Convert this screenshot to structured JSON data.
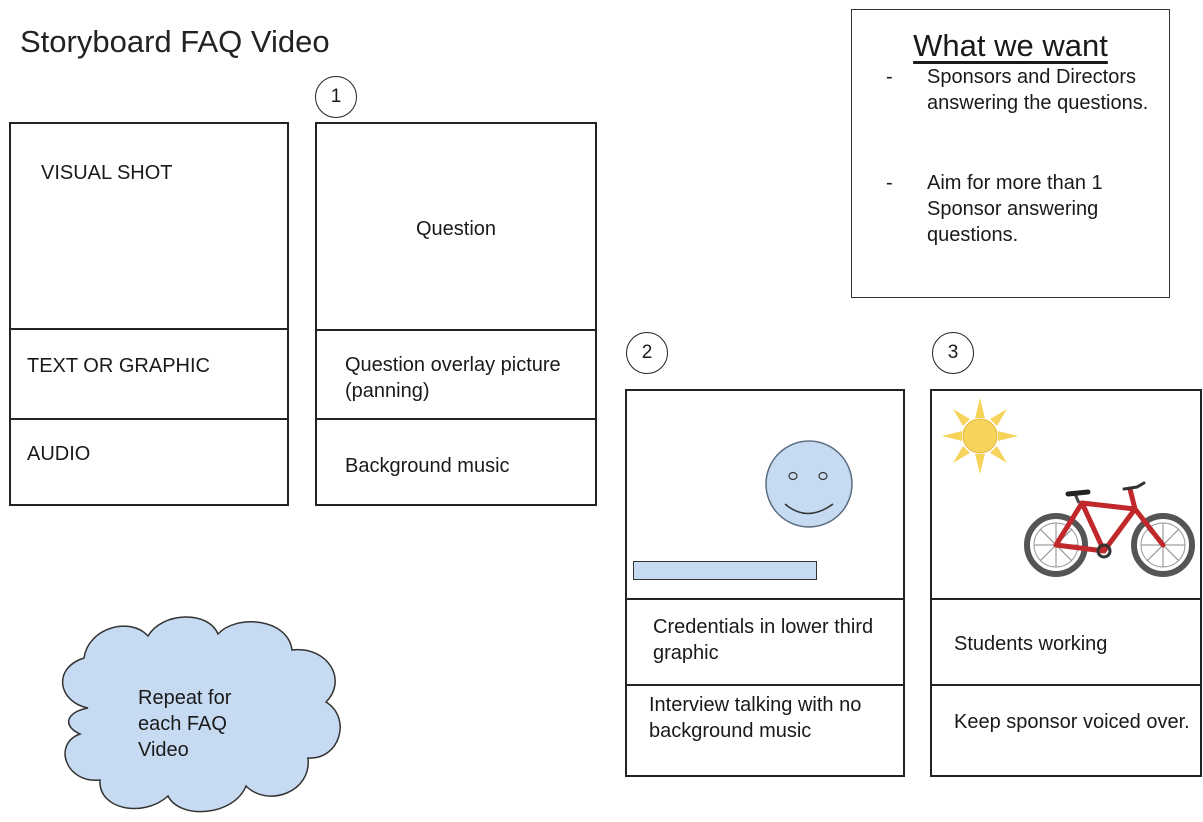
{
  "title": "Storyboard FAQ Video",
  "want_box": {
    "heading": "What we want",
    "items": [
      {
        "dash": "-",
        "text": "Sponsors and Directors answering the questions."
      },
      {
        "dash": "-",
        "text": "Aim for more than 1 Sponsor answering questions."
      }
    ]
  },
  "legend_frame": {
    "visual": "VISUAL SHOT",
    "text_graphic": "TEXT OR GRAPHIC",
    "audio": "AUDIO"
  },
  "frames": [
    {
      "number": "1",
      "visual": "Question",
      "text_graphic": "Question overlay picture (panning)",
      "audio": "Background music"
    },
    {
      "number": "2",
      "visual_icon": "smiley-face-icon",
      "text_graphic": "Credentials in lower third graphic",
      "audio": "Interview talking with no background music"
    },
    {
      "number": "3",
      "visual_icon": "bicycle-icon",
      "text_graphic": "Students working",
      "audio": "Keep sponsor voiced over."
    }
  ],
  "cloud": {
    "text": "Repeat for each FAQ Video"
  },
  "colors": {
    "line": "#222222",
    "light_blue": "#c6dbf2",
    "sun": "#f6d45b",
    "bike_red": "#c0282b"
  }
}
